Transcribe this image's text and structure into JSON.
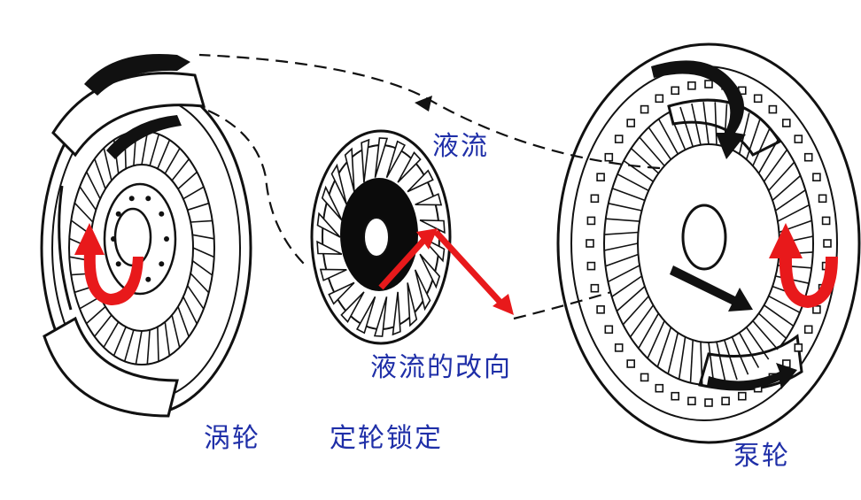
{
  "labels": {
    "turbine": "涡轮",
    "stator": "定轮锁定",
    "pump": "泵轮",
    "fluid_flow": "液流",
    "flow_redirect": "液流的改向"
  },
  "colors": {
    "ink": "#111111",
    "arrow_red": "#e8191b",
    "label_blue": "#1f2fa8",
    "stator_hub": "#0b0b0b"
  }
}
